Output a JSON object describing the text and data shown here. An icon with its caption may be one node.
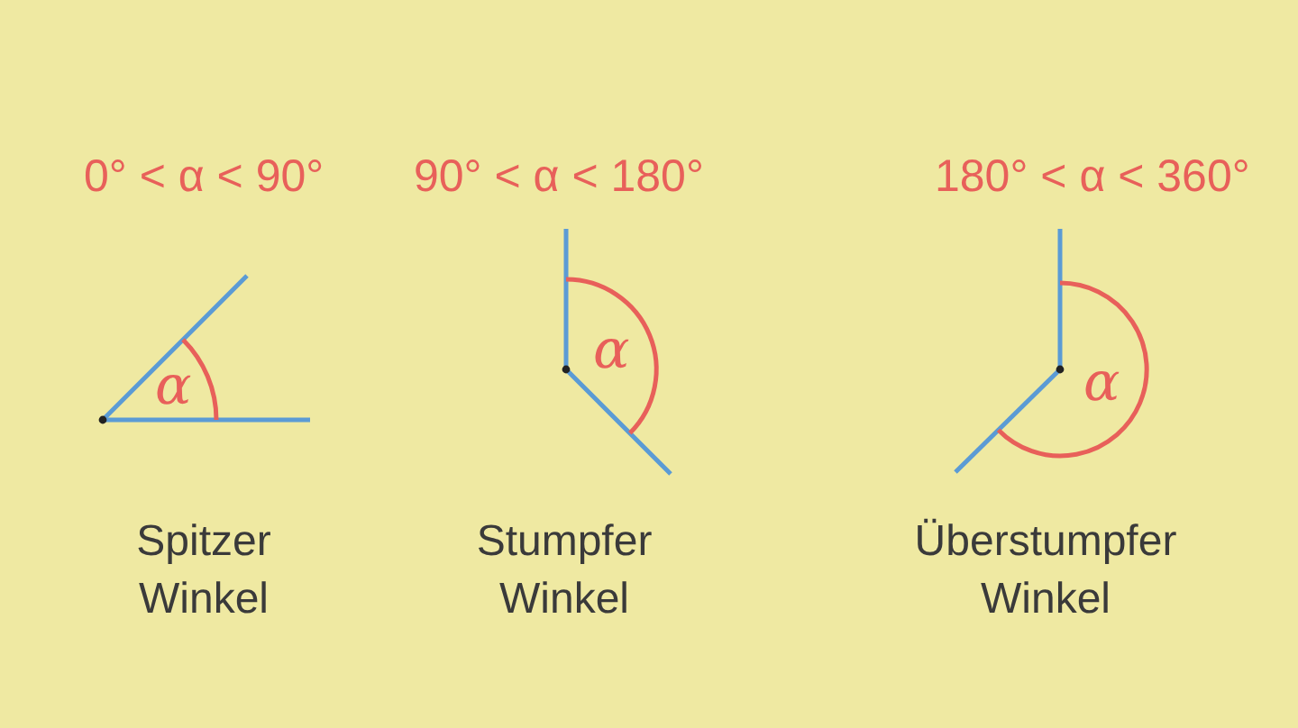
{
  "diagram": {
    "labels": [
      "0° < α < 90°",
      "90° < α < 180°",
      "180° < α < 360°",
      "α",
      "α",
      "α",
      "Spitzer Winkel",
      "Stumpfer Winkel",
      "Überstumpfer Winkel"
    ]
  }
}
